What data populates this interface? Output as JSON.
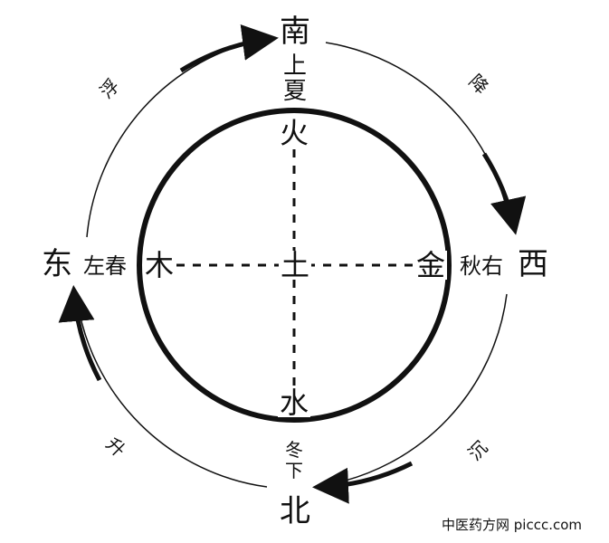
{
  "directions": {
    "south": "南",
    "north": "北",
    "east": "东",
    "west": "西"
  },
  "side_labels": {
    "south_top": "上",
    "south_bottom": "夏",
    "north_top": "冬",
    "north_bottom": "下",
    "east": "左春",
    "west": "秋右"
  },
  "elements": {
    "fire": "火",
    "water": "水",
    "wood": "木",
    "metal": "金",
    "earth": "土"
  },
  "movements": {
    "float": "浮",
    "descend": "降",
    "sink": "沉",
    "rise": "升"
  },
  "watermark": "中医药方网 piccc.com",
  "colors": {
    "ink": "#111111",
    "background": "#ffffff"
  }
}
